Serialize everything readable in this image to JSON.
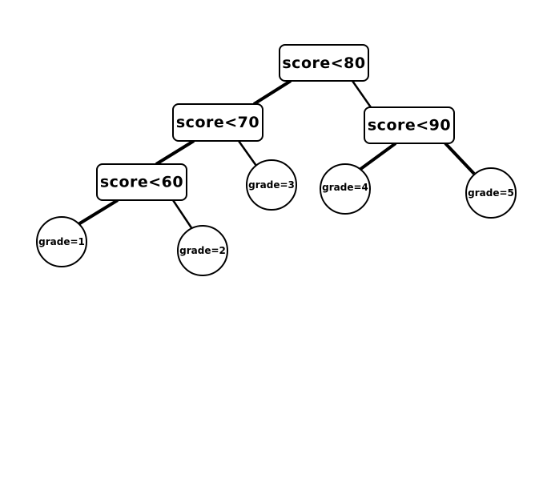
{
  "decisions": [
    {
      "id": "root",
      "label": "score<80"
    },
    {
      "id": "n70",
      "label": "score<70"
    },
    {
      "id": "n90",
      "label": "score<90"
    },
    {
      "id": "n60",
      "label": "score<60"
    }
  ],
  "leaves": [
    {
      "id": "g1",
      "label": "grade=1"
    },
    {
      "id": "g2",
      "label": "grade=2"
    },
    {
      "id": "g3",
      "label": "grade=3"
    },
    {
      "id": "g4",
      "label": "grade=4"
    },
    {
      "id": "g5",
      "label": "grade=5"
    }
  ]
}
